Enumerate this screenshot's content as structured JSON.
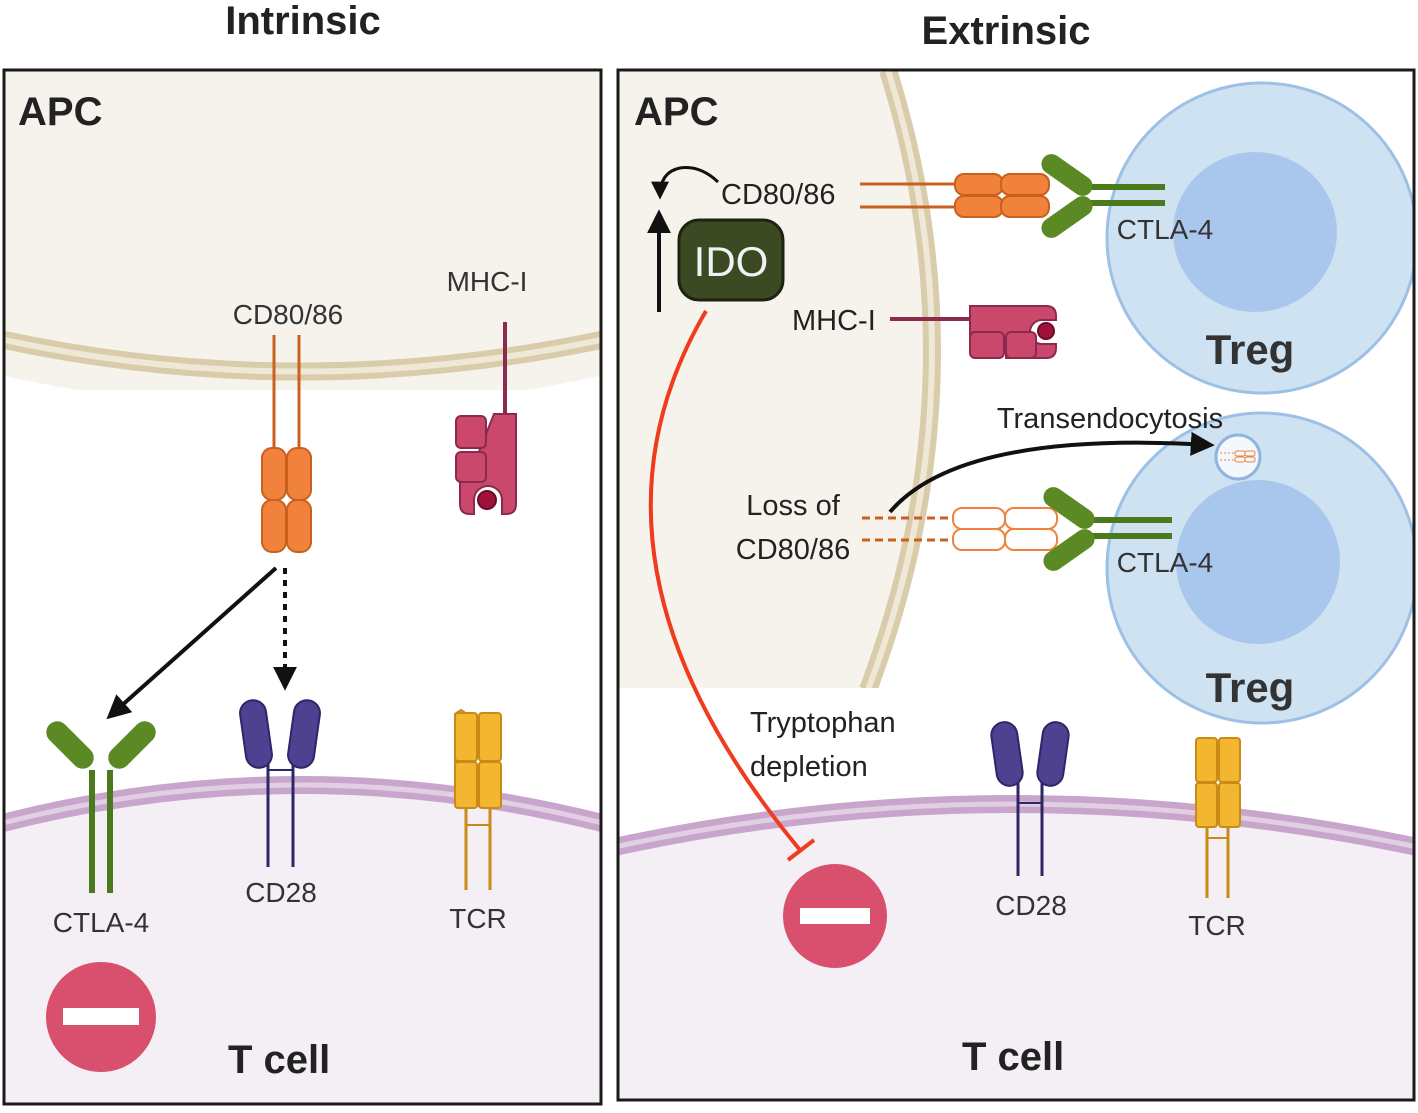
{
  "panels": {
    "intrinsic": {
      "title": "Intrinsic",
      "apc_label": "APC",
      "tcell_label": "T cell",
      "cd80_label": "CD80/86",
      "mhc_label": "MHC-I",
      "ctla4_label": "CTLA-4",
      "cd28_label": "CD28",
      "tcr_label": "TCR"
    },
    "extrinsic": {
      "title": "Extrinsic",
      "apc_label": "APC",
      "tcell_label": "T cell",
      "ido_label": "IDO",
      "cd80_label": "CD80/86",
      "mhc_label": "MHC-I",
      "ctla4_top_label": "CTLA-4",
      "ctla4_bottom_label": "CTLA-4",
      "treg_top_label": "Treg",
      "treg_bottom_label": "Treg",
      "transendocytosis_label": "Transendocytosis",
      "loss_line1": "Loss of",
      "loss_line2": "CD80/86",
      "tryptophan_line1": "Tryptophan",
      "tryptophan_line2": "depletion",
      "cd28_label": "CD28",
      "tcr_label": "TCR"
    }
  },
  "colors": {
    "apc_fill": "#f6f3ec",
    "apc_membrane": "#d9ccaa",
    "tcell_fill": "#f4eef5",
    "tcell_membrane": "#c8a6cc",
    "cd80": "#f0823c",
    "mhc": "#c9486c",
    "ctla4": "#5b8a24",
    "cd28": "#4e4190",
    "tcr": "#f2b630",
    "ido_fill": "#3b4a22",
    "inhibit_line": "#f03c1e",
    "stop_sign": "#d9506e",
    "treg_outer": "#cfe2f2",
    "treg_inner": "#a9c7ec"
  }
}
